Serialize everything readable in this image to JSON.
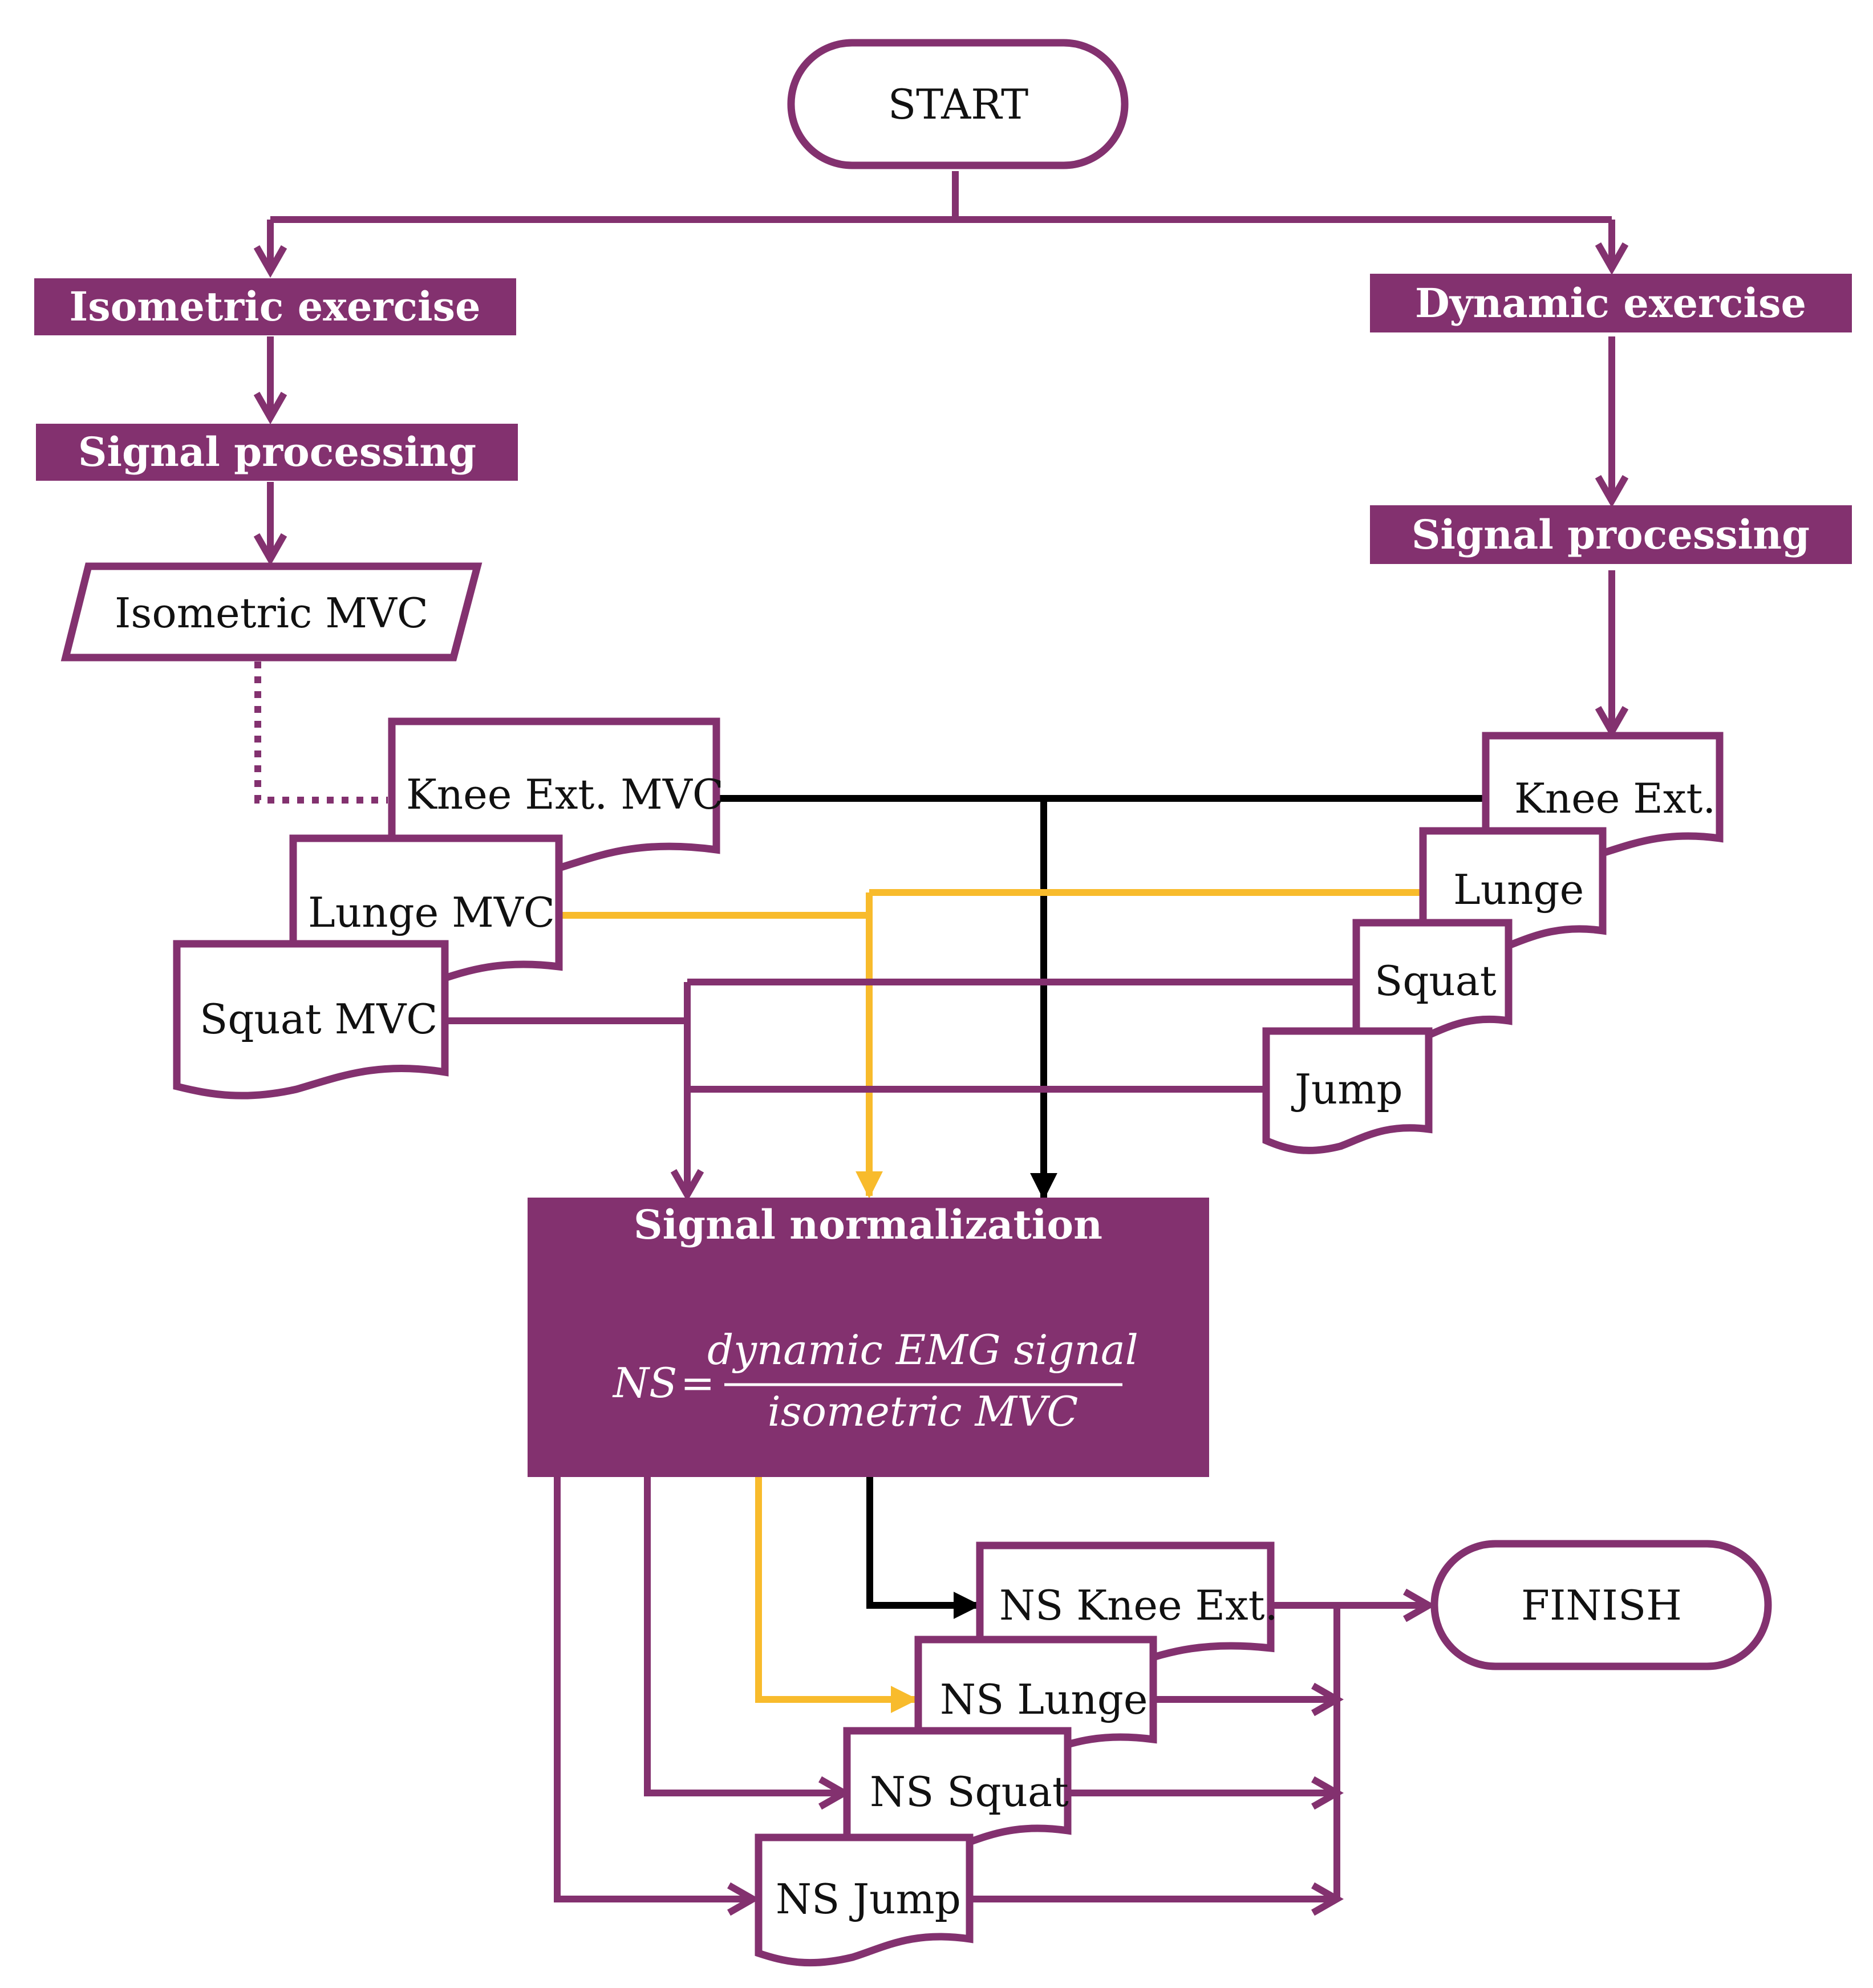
{
  "colors": {
    "purple": "#83316f",
    "black": "#000000",
    "yellow": "#f8bb2c",
    "white": "#ffffff"
  },
  "start_label": "START",
  "finish_label": "FINISH",
  "left": {
    "exercise": "Isometric exercise",
    "processing": "Signal processing",
    "mvc": "Isometric MVC",
    "docs": [
      "Knee Ext. MVC",
      "Lunge MVC",
      "Squat MVC"
    ]
  },
  "right": {
    "exercise": "Dynamic exercise",
    "processing": "Signal processing",
    "docs": [
      "Knee Ext.",
      "Lunge",
      "Squat",
      "Jump"
    ]
  },
  "normalization": {
    "title": "Signal normalization",
    "lhs": "NS",
    "equals": "=",
    "numerator": "dynamic EMG signal",
    "denominator": "isometric MVC"
  },
  "outputs": [
    "NS Knee Ext.",
    "NS Lunge",
    "NS Squat",
    "NS Jump"
  ]
}
